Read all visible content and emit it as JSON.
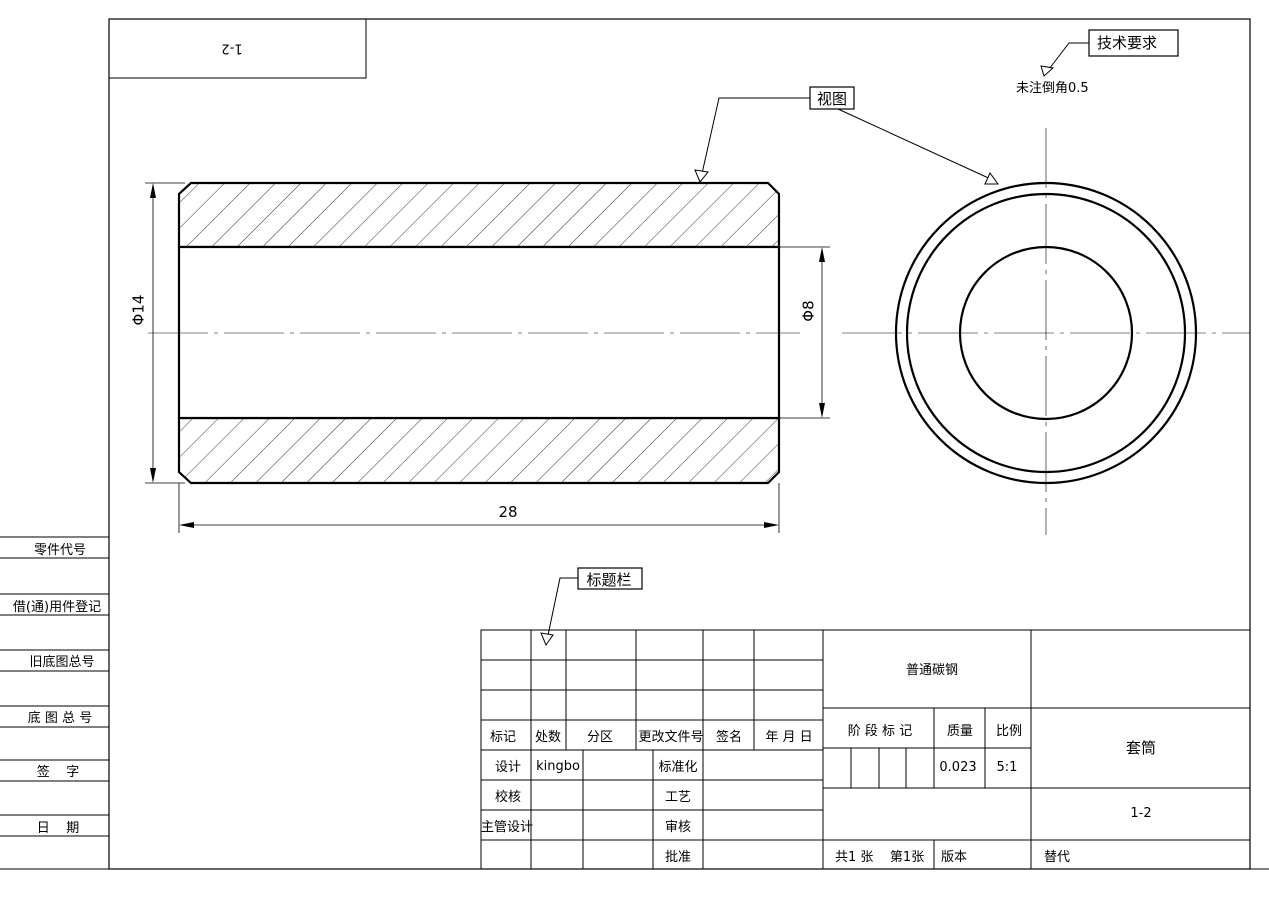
{
  "sheet": {
    "code_box_text": "1-2",
    "side_labels": [
      "零件代号",
      "借(通)用件登记",
      "旧底图总号",
      "底 图 总 号",
      "签    字",
      "日    期"
    ]
  },
  "callouts": {
    "tech_req": "技术要求",
    "view": "视图",
    "title_block": "标题栏"
  },
  "notes": {
    "chamfer": "未注倒角0.5"
  },
  "dimensions": {
    "outer_dia": "Φ14",
    "inner_dia": "Φ8",
    "length": "28"
  },
  "title_block": {
    "material": "普通碳钢",
    "part_name": "套筒",
    "drawing_no": "1-2",
    "rev_headers": [
      "标记",
      "处数",
      "分区",
      "更改文件号",
      "签名",
      "年 月 日"
    ],
    "sign": {
      "design_label": "设计",
      "designer": "kingbo",
      "check_label": "校核",
      "chief_label": "主管设计",
      "std_label": "标准化",
      "process_label": "工艺",
      "review_label": "审核",
      "approve_label": "批准"
    },
    "stage_label": "阶 段 标 记",
    "mass_label": "质量",
    "scale_label": "比例",
    "mass_value": "0.023",
    "scale_value": "5:1",
    "sheets_text": "共1 张    第1张",
    "version_label": "版本",
    "replace_label": "替代"
  }
}
